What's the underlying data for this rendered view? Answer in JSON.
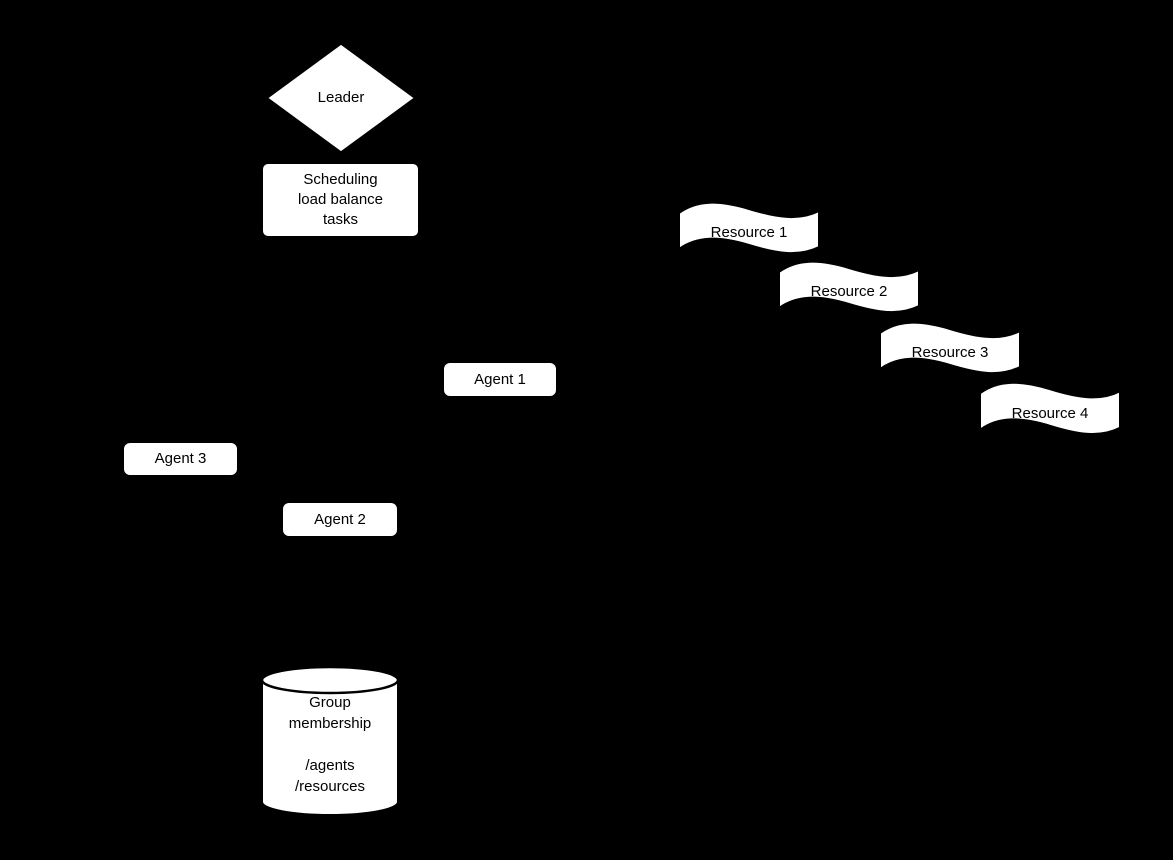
{
  "colors": {
    "background": "#000000",
    "shape_fill": "#ffffff",
    "shape_stroke": "#000000",
    "label_text": "#000000"
  },
  "nodes": {
    "leader": {
      "shape": "diamond",
      "label": "Leader"
    },
    "scheduling": {
      "shape": "rounded-rectangle",
      "text": "Scheduling\nload balance\ntasks"
    },
    "agent1": {
      "shape": "rounded-rectangle",
      "label": "Agent 1"
    },
    "agent2": {
      "shape": "rounded-rectangle",
      "label": "Agent 2"
    },
    "agent3": {
      "shape": "rounded-rectangle",
      "label": "Agent 3"
    },
    "resource1": {
      "shape": "tape",
      "label": "Resource 1"
    },
    "resource2": {
      "shape": "tape",
      "label": "Resource 2"
    },
    "resource3": {
      "shape": "tape",
      "label": "Resource 3"
    },
    "resource4": {
      "shape": "tape",
      "label": "Resource 4"
    },
    "group_membership": {
      "shape": "cylinder",
      "text": "Group\nmembership\n\n/agents\n/resources"
    }
  }
}
